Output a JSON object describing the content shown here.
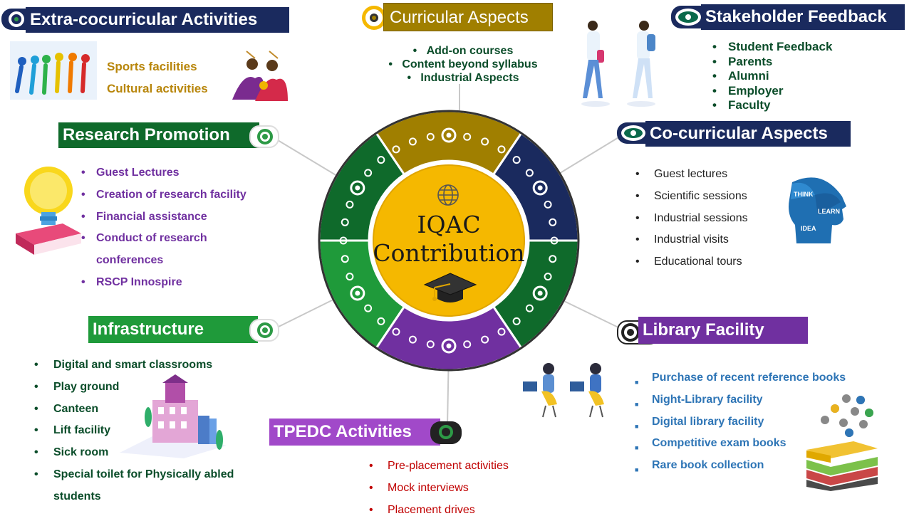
{
  "center": {
    "title_line1": "IQAC",
    "title_line2": "Contribution"
  },
  "extra": {
    "title": "Extra-cocurricular Activities",
    "items": [
      "Sports facilities",
      "Cultural activities"
    ]
  },
  "curricular": {
    "title": "Curricular Aspects",
    "items": [
      "Add-on courses",
      "Content beyond syllabus",
      "Industrial Aspects"
    ]
  },
  "stakeholder": {
    "title": "Stakeholder Feedback",
    "items": [
      "Student Feedback",
      "Parents",
      "Alumni",
      "Employer",
      "Faculty"
    ]
  },
  "research": {
    "title": "Research Promotion",
    "items": [
      "Guest Lectures",
      "Creation of research facility",
      "Financial assistance",
      "Conduct of research",
      "conferences",
      "RSCP Innospire"
    ]
  },
  "cocurricular": {
    "title": "Co-curricular Aspects",
    "items": [
      "Guest lectures",
      "Scientific sessions",
      "Industrial sessions",
      "Industrial visits",
      "Educational tours"
    ]
  },
  "head_labels": {
    "think": "THINK",
    "learn": "LEARN",
    "idea": "IDEA"
  },
  "infrastructure": {
    "title": "Infrastructure",
    "items": [
      "Digital and smart classrooms",
      "Play ground",
      "Canteen",
      "Lift facility",
      "Sick room",
      "Special toilet for Physically  abled",
      "students"
    ]
  },
  "library": {
    "title": "Library Facility",
    "items": [
      "Purchase of recent reference books",
      "Night-Library facility",
      "Digital library facility",
      "Competitive exam books",
      "Rare book collection"
    ]
  },
  "tpedc": {
    "title": "TPEDC Activities",
    "items": [
      "Pre-placement activities",
      "Mock interviews",
      "Placement drives"
    ]
  },
  "colors": {
    "navy": "#1a2a5e",
    "olive": "#a07f00",
    "dark_green": "#0f6a2b",
    "green": "#1f9a3a",
    "purple": "#7030a0",
    "gold": "#f5b800",
    "red": "#c00000",
    "blue": "#2e75b6",
    "teal": "#0b6a4b"
  }
}
